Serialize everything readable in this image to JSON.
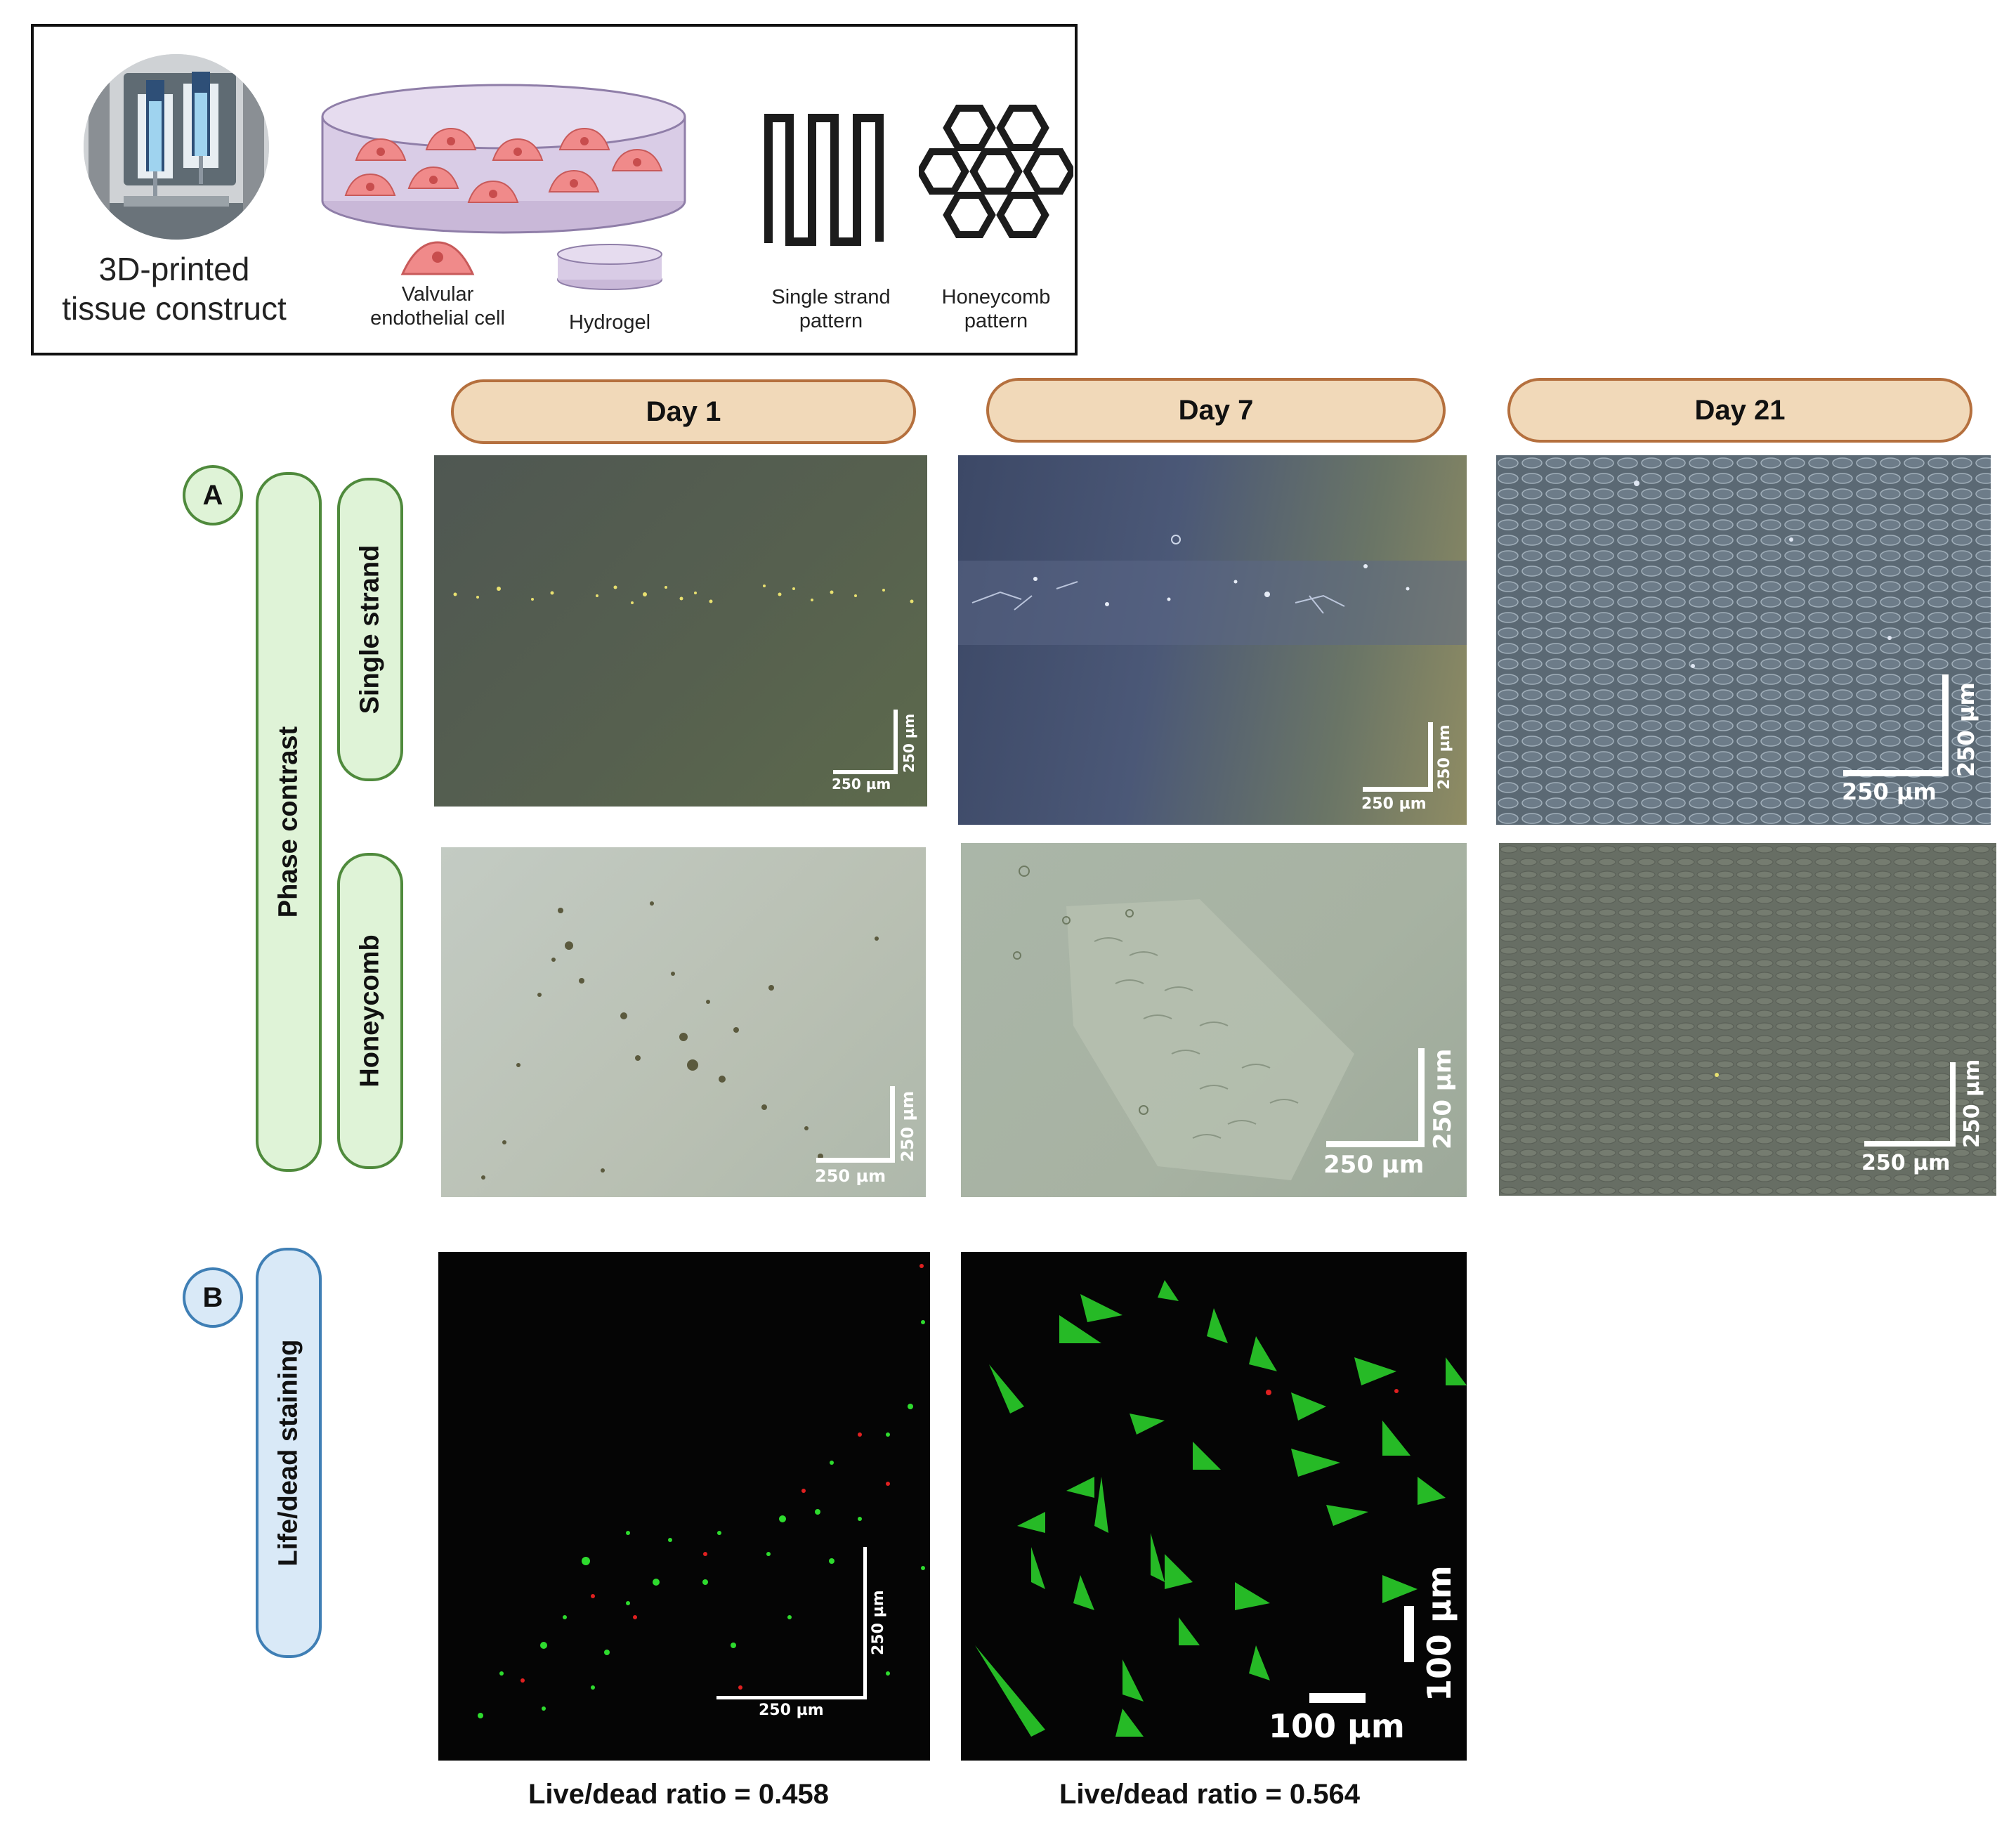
{
  "legend": {
    "printer_caption_line1": "3D-printed",
    "printer_caption_line2": "tissue construct",
    "cell_caption_line1": "Valvular",
    "cell_caption_line2": "endothelial cell",
    "hydrogel_caption": "Hydrogel",
    "single_strand_caption_line1": "Single strand",
    "single_strand_caption_line2": "pattern",
    "honeycomb_caption_line1": "Honeycomb",
    "honeycomb_caption_line2": "pattern"
  },
  "days": [
    "Day 1",
    "Day 7",
    "Day 21"
  ],
  "panels": {
    "a": {
      "label": "A",
      "method": "Phase contrast",
      "rows": [
        "Single strand",
        "Honeycomb"
      ]
    },
    "b": {
      "label": "B",
      "method": "Life/dead staining"
    }
  },
  "scale_bars": {
    "um250": "250 µm",
    "um100": "100 µm"
  },
  "ratios": {
    "day1": "Live/dead ratio = 0.458",
    "day7": "Live/dead ratio = 0.564"
  },
  "colors": {
    "day_header_fill": "#f1d9b9",
    "day_header_border": "#b5703e",
    "panel_a_fill": "#dff3d7",
    "panel_a_border": "#4f8a3c",
    "panel_b_fill": "#d9e9f7",
    "panel_b_border": "#3f7fb5",
    "live_stain": "#2edb2e",
    "dead_stain": "#e02020"
  }
}
